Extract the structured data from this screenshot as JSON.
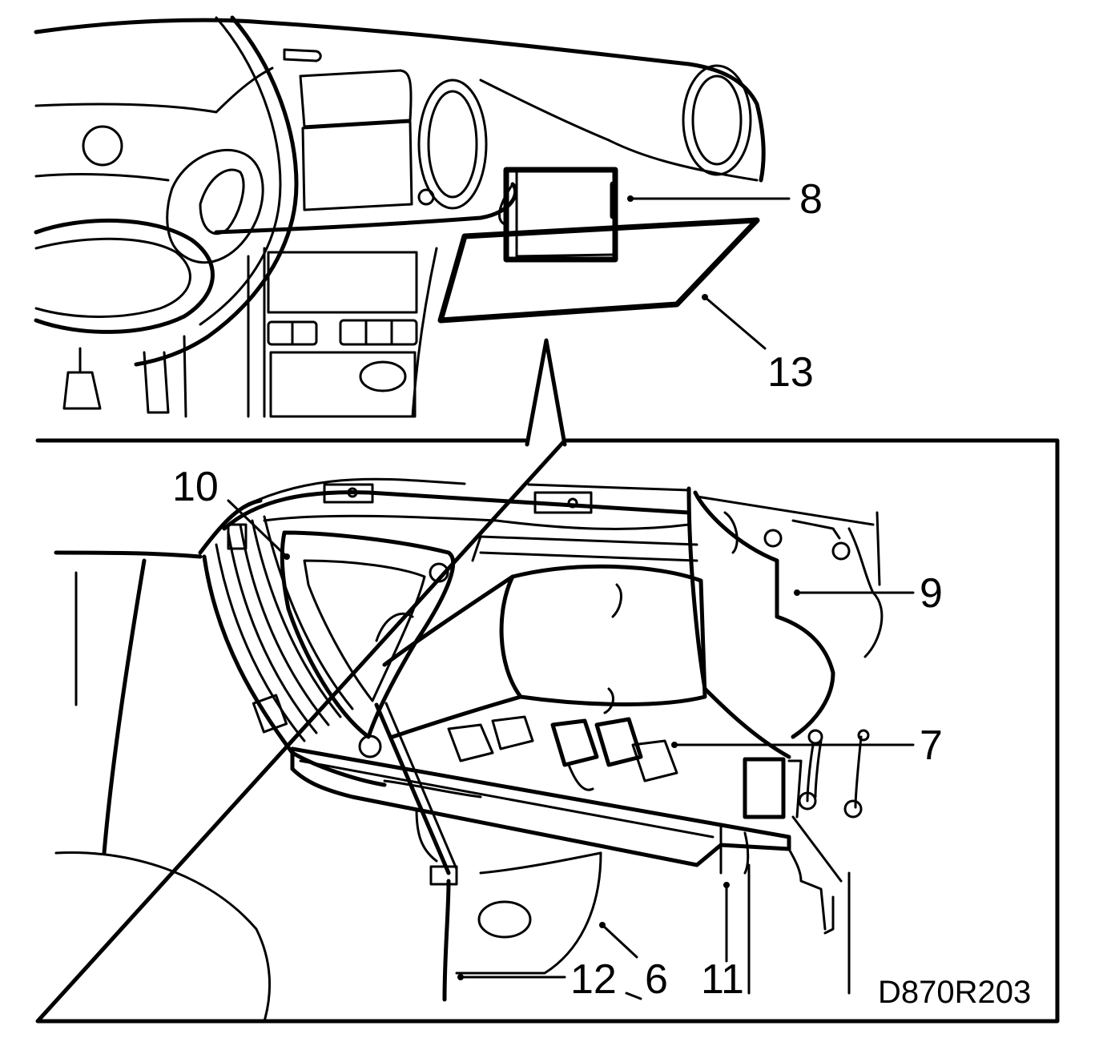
{
  "figure_code": "D870R203",
  "callouts": [
    {
      "id": "8",
      "text": "8"
    },
    {
      "id": "13",
      "text": "13"
    },
    {
      "id": "10",
      "text": "10"
    },
    {
      "id": "9",
      "text": "9"
    },
    {
      "id": "7",
      "text": "7"
    },
    {
      "id": "12",
      "text": "12"
    },
    {
      "id": "6",
      "text": "6"
    },
    {
      "id": "11",
      "text": "11"
    }
  ]
}
